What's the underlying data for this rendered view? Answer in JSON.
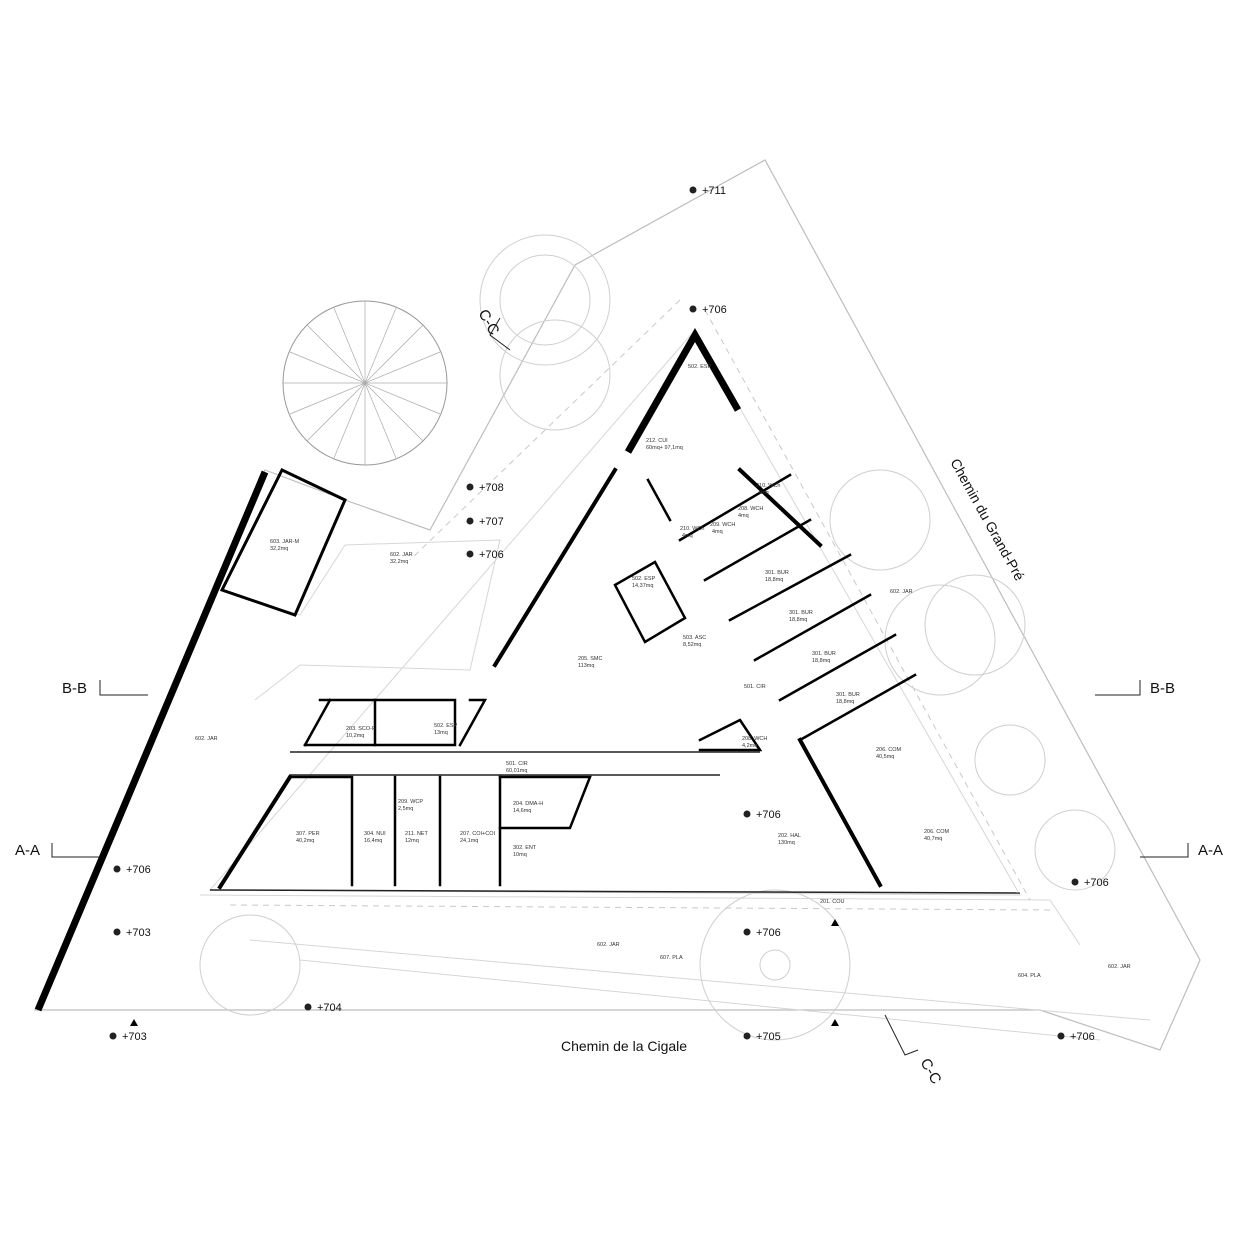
{
  "streets": {
    "south": "Chemin de la Cigale",
    "east": "Chemin du Grand-Pré"
  },
  "sections": {
    "aa_left": "A-A",
    "aa_right": "A-A",
    "bb_left": "B-B",
    "bb_right": "B-B",
    "cc_top": "C-C",
    "cc_bottom": "C-C"
  },
  "elevations": [
    "+711",
    "+706",
    "+708",
    "+707",
    "+706",
    "+706",
    "+706",
    "+706",
    "+703",
    "+703",
    "+704",
    "+706",
    "+705",
    "+706"
  ],
  "rooms": [
    {
      "name": "502. ESP",
      "area": ""
    },
    {
      "name": "212. CUI",
      "area": "60mq+ 97,1mq"
    },
    {
      "name": "210. WCh",
      "area": "4mq"
    },
    {
      "name": "208. WCH",
      "area": "4mq"
    },
    {
      "name": "209. WCH",
      "area": "4mq"
    },
    {
      "name": "210. WCh",
      "area": "4mq"
    },
    {
      "name": "502. ESP",
      "area": "14,37mq"
    },
    {
      "name": "503. ASC",
      "area": "8,52mq"
    },
    {
      "name": "301. BUR",
      "area": "18,8mq"
    },
    {
      "name": "301. BUR",
      "area": "18,8mq"
    },
    {
      "name": "301. BUR",
      "area": "18,8mq"
    },
    {
      "name": "301. BUR",
      "area": "18,8mq"
    },
    {
      "name": "501. CIR",
      "area": ""
    },
    {
      "name": "205. SMC",
      "area": "113mq"
    },
    {
      "name": "208. WCH",
      "area": "4,2mq"
    },
    {
      "name": "206. COM",
      "area": "40,5mq"
    },
    {
      "name": "206. COM",
      "area": "40,7mq"
    },
    {
      "name": "203. SCO-F",
      "area": "10,2mq"
    },
    {
      "name": "502. ESP",
      "area": "13mq"
    },
    {
      "name": "501. CIR",
      "area": "60,01mq"
    },
    {
      "name": "307. PER",
      "area": "40,2mq"
    },
    {
      "name": "304. NUI",
      "area": "16,4mq"
    },
    {
      "name": "209. WCP",
      "area": "2,5mq"
    },
    {
      "name": "211. NET",
      "area": "12mq"
    },
    {
      "name": "207. COI+COI",
      "area": "24,1mq"
    },
    {
      "name": "204. DMA-H",
      "area": "14,6mq"
    },
    {
      "name": "302. ENT",
      "area": "10mq"
    },
    {
      "name": "202. HAL",
      "area": "130mq"
    },
    {
      "name": "201. COU",
      "area": ""
    },
    {
      "name": "603. JAR-M",
      "area": "32,2mq"
    },
    {
      "name": "602. JAR",
      "area": "32,2mq"
    },
    {
      "name": "602. JAR",
      "area": ""
    },
    {
      "name": "602. JAR",
      "area": ""
    },
    {
      "name": "602. JAR",
      "area": ""
    },
    {
      "name": "607. PLA",
      "area": ""
    },
    {
      "name": "604. PLA",
      "area": ""
    },
    {
      "name": "602. JAR",
      "area": ""
    }
  ]
}
